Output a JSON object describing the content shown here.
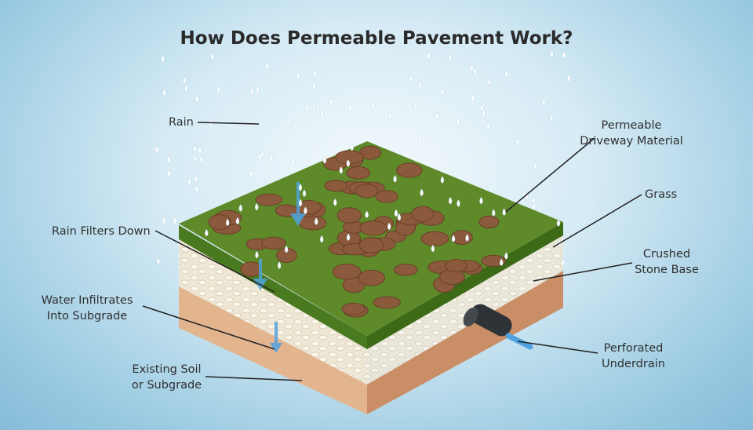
{
  "title": "How Does Permeable Pavement Work?",
  "labels": {
    "rain": "Rain",
    "rain_filters": "Rain Filters Down",
    "water_infiltrates_1": "Water Infiltrates",
    "water_infiltrates_2": "Into Subgrade",
    "existing_soil_1": "Existing Soil",
    "existing_soil_2": "or Subgrade",
    "permeable_1": "Permeable",
    "permeable_2": "Driveway Material",
    "grass": "Grass",
    "crushed_1": "Crushed",
    "crushed_2": "Stone Base",
    "perforated_1": "Perforated",
    "perforated_2": "Underdrain"
  },
  "colors": {
    "paver": "#8b5a3c",
    "grass": "#4f7d22",
    "stone": "#efe6d3",
    "soil": "#e2b48f",
    "water": "#4fa3e0"
  }
}
